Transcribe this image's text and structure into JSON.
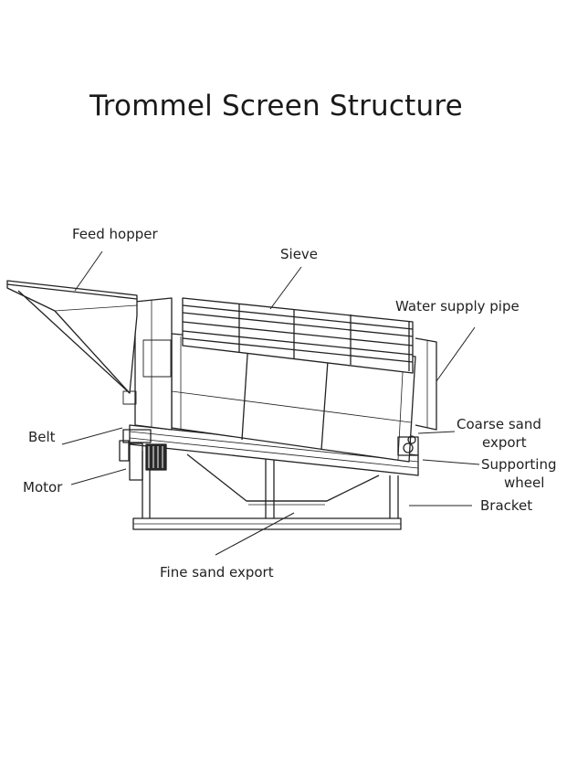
{
  "title": "Trommel Screen Structure",
  "labels": {
    "feed_hopper": "Feed hopper",
    "sieve": "Sieve",
    "water_supply_pipe": "Water supply pipe",
    "belt": "Belt",
    "coarse_sand_line1": "Coarse sand",
    "coarse_sand_line2": "export",
    "supporting_line1": "Supporting",
    "supporting_line2": "wheel",
    "motor": "Motor",
    "bracket": "Bracket",
    "fine_sand_export": "Fine sand export"
  }
}
